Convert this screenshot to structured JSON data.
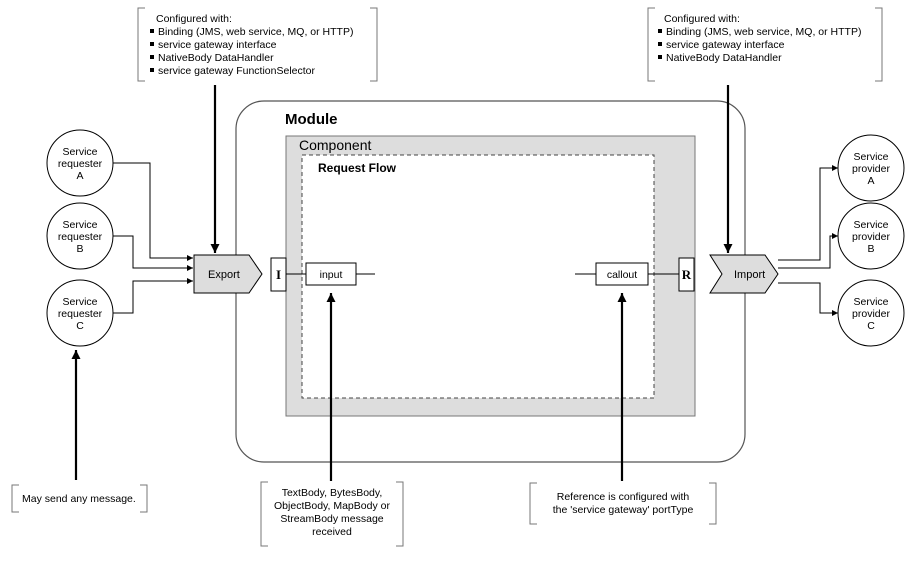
{
  "module": {
    "title": "Module"
  },
  "component": {
    "title": "Component"
  },
  "request_flow": {
    "title": "Request Flow"
  },
  "requesters": [
    {
      "lines": [
        "Service",
        "requester",
        "A"
      ]
    },
    {
      "lines": [
        "Service",
        "requester",
        "B"
      ]
    },
    {
      "lines": [
        "Service",
        "requester",
        "C"
      ]
    }
  ],
  "providers": [
    {
      "lines": [
        "Service",
        "provider",
        "A"
      ]
    },
    {
      "lines": [
        "Service",
        "provider",
        "B"
      ]
    },
    {
      "lines": [
        "Service",
        "provider",
        "C"
      ]
    }
  ],
  "export": {
    "label": "Export"
  },
  "import": {
    "label": "Import"
  },
  "interface_marker": {
    "label": "I"
  },
  "reference_marker": {
    "label": "R"
  },
  "input_node": {
    "label": "input"
  },
  "callout_node": {
    "label": "callout"
  },
  "export_note": {
    "heading": "Configured with:",
    "items": [
      "Binding (JMS, web service, MQ, or HTTP)",
      "service gateway interface",
      "NativeBody DataHandler",
      "service gateway FunctionSelector"
    ]
  },
  "import_note": {
    "heading": "Configured with:",
    "items": [
      "Binding (JMS, web service, MQ, or HTTP)",
      "service gateway interface",
      "NativeBody DataHandler"
    ]
  },
  "requester_note": {
    "lines": [
      "May send any message."
    ]
  },
  "input_note": {
    "lines": [
      "TextBody, BytesBody,",
      "ObjectBody, MapBody or",
      "StreamBody message",
      "received"
    ]
  },
  "callout_note": {
    "lines": [
      "Reference is configured with",
      "the 'service gateway' portType"
    ]
  }
}
